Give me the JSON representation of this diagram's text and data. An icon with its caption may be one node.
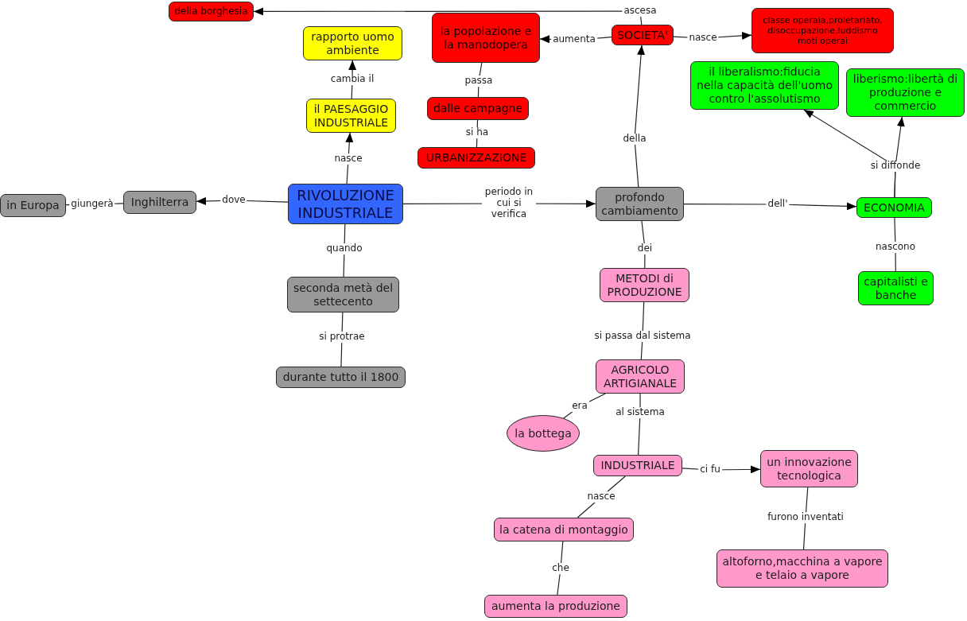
{
  "diagram": {
    "nodes": [
      {
        "text": [
          "della borghesia"
        ]
      },
      {
        "text": [
          "rapporto uomo ambiente"
        ]
      },
      {
        "text": [
          "la popolazione e la manodopera"
        ]
      },
      {
        "text": [
          "SOCIETA'"
        ]
      },
      {
        "text": [
          "classe operaia,proletariato, disoccupazione,luddismo moti operai"
        ]
      },
      {
        "text": [
          "il PAESAGGIO INDUSTRIALE"
        ]
      },
      {
        "text": [
          "dalle campagne"
        ]
      },
      {
        "text": [
          "URBANIZZAZIONE"
        ]
      },
      {
        "text": [
          "il liberalismo:fiducia nella capacità dell'uomo contro l'assolutismo"
        ]
      },
      {
        "text": [
          "liberismo:libertà di produzione e commercio"
        ]
      },
      {
        "text": [
          "in Europa"
        ]
      },
      {
        "text": [
          "Inghilterra"
        ]
      },
      {
        "text": [
          "RIVOLUZIONE INDUSTRIALE"
        ]
      },
      {
        "text": [
          "profondo cambiamento"
        ]
      },
      {
        "text": [
          "ECONOMIA"
        ]
      },
      {
        "text": [
          "seconda metà del settecento"
        ]
      },
      {
        "text": [
          "METODI di PRODUZIONE"
        ]
      },
      {
        "text": [
          "capitalisti e banche"
        ]
      },
      {
        "text": [
          "durante tutto il 1800"
        ]
      },
      {
        "text": [
          "AGRICOLO ARTIGIANALE"
        ]
      },
      {
        "text": [
          "la bottega"
        ]
      },
      {
        "text": [
          "INDUSTRIALE"
        ]
      },
      {
        "text": [
          "un innovazione tecnologica"
        ]
      },
      {
        "text": [
          "la catena di montaggio"
        ]
      },
      {
        "text": [
          "altoforno,macchina a vapore e telaio a vapore"
        ]
      },
      {
        "text": [
          "aumenta la produzione"
        ]
      }
    ],
    "edges": [
      {
        "from": 3,
        "to": 0,
        "label": "ascesa",
        "arrow": "to"
      },
      {
        "from": 3,
        "to": 2,
        "label": "aumenta",
        "arrow": "to"
      },
      {
        "from": 3,
        "to": 4,
        "label": "nasce",
        "arrow": "to"
      },
      {
        "from": 5,
        "to": 1,
        "label": "cambia il",
        "arrow": "to"
      },
      {
        "from": 2,
        "to": 6,
        "label": "passa",
        "arrow": "none"
      },
      {
        "from": 6,
        "to": 7,
        "label": "si ha",
        "arrow": "none"
      },
      {
        "from": 12,
        "to": 5,
        "label": "nasce",
        "arrow": "to"
      },
      {
        "from": 12,
        "to": 11,
        "label": "dove",
        "arrow": "to"
      },
      {
        "from": 11,
        "to": 10,
        "label": "giungerà",
        "arrow": "none"
      },
      {
        "from": 12,
        "to": 13,
        "label": "periodo in cui si verifica",
        "arrow": "to"
      },
      {
        "from": 13,
        "to": 3,
        "label": "della",
        "arrow": "to"
      },
      {
        "from": 13,
        "to": 14,
        "label": "dell'",
        "arrow": "to"
      },
      {
        "from": 14,
        "to": 8,
        "label": "si diffonde",
        "arrow": "to"
      },
      {
        "from": 14,
        "to": 9,
        "arrow": "to"
      },
      {
        "from": 14,
        "to": 17,
        "label": "nascono",
        "arrow": "none"
      },
      {
        "from": 12,
        "to": 15,
        "label": "quando",
        "arrow": "none"
      },
      {
        "from": 15,
        "to": 18,
        "label": "si protrae",
        "arrow": "none"
      },
      {
        "from": 13,
        "to": 16,
        "label": "dei",
        "arrow": "none"
      },
      {
        "from": 16,
        "to": 19,
        "label": "si passa dal sistema",
        "arrow": "none"
      },
      {
        "from": 19,
        "to": 20,
        "label": "era",
        "arrow": "none"
      },
      {
        "from": 19,
        "to": 21,
        "label": "al sistema",
        "arrow": "none"
      },
      {
        "from": 21,
        "to": 22,
        "label": "ci fu",
        "arrow": "to"
      },
      {
        "from": 21,
        "to": 23,
        "label": "nasce",
        "arrow": "none"
      },
      {
        "from": 23,
        "to": 25,
        "label": "che",
        "arrow": "none"
      },
      {
        "from": 22,
        "to": 24,
        "label": "furono inventati",
        "arrow": "none"
      }
    ]
  }
}
